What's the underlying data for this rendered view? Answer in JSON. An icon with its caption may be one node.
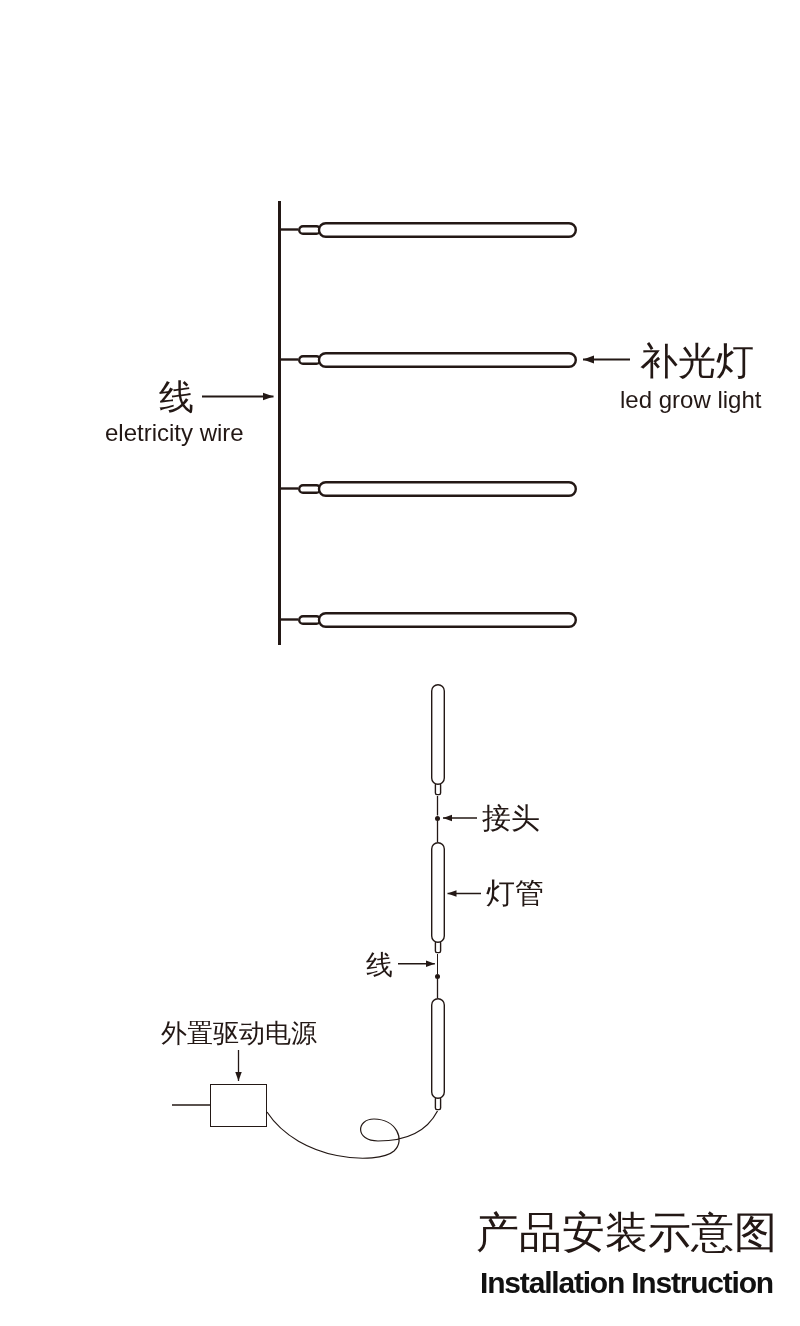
{
  "diagram": {
    "caption": "产品安装示意图",
    "nodes": [
      {
        "text": [],
        "shape": "line"
      },
      {
        "text": [],
        "shape": "bar"
      },
      {
        "text": [],
        "shape": "bar"
      },
      {
        "text": [
          "补光灯"
        ],
        "beside": [
          "led grow light"
        ]
      },
      {
        "text": [
          "线"
        ],
        "beside": [
          "eletricity wire"
        ]
      },
      {
        "text": [],
        "shape": "bar"
      },
      {
        "text": [],
        "shape": "bar"
      },
      {
        "text": [],
        "shape": "bar"
      },
      {
        "text": [],
        "shape": "circle"
      },
      {
        "text": [
          "接头"
        ]
      },
      {
        "text": [],
        "shape": "bar"
      },
      {
        "text": [
          "灯管"
        ]
      },
      {
        "text": [
          "线"
        ]
      },
      {
        "text": [],
        "shape": "line"
      },
      {
        "text": [],
        "shape": "circle"
      },
      {
        "text": [
          "外置驱动电源"
        ]
      },
      {
        "text": [],
        "shape": "bar"
      },
      {
        "text": [],
        "shape": "box"
      }
    ],
    "edges": [
      {
        "from": 0,
        "to": 1,
        "arrow": "none"
      },
      {
        "from": 0,
        "to": 2,
        "arrow": "none"
      },
      {
        "from": 0,
        "to": 5,
        "arrow": "none"
      },
      {
        "from": 0,
        "to": 6,
        "arrow": "none"
      },
      {
        "from": 3,
        "to": 2,
        "arrow": "to"
      },
      {
        "from": 4,
        "to": 0,
        "arrow": "to"
      },
      {
        "from": 7,
        "to": 8,
        "arrow": "none"
      },
      {
        "from": 8,
        "to": 10,
        "arrow": "none"
      },
      {
        "from": 9,
        "to": 8,
        "arrow": "to"
      },
      {
        "from": 11,
        "to": 10,
        "arrow": "to"
      },
      {
        "from": 12,
        "to": 13,
        "arrow": "to"
      },
      {
        "from": 14,
        "to": 16,
        "arrow": "none"
      },
      {
        "from": 15,
        "to": 17,
        "arrow": "to"
      },
      {
        "from": 16,
        "to": 17,
        "arrow": "none"
      },
      {
        "from": null,
        "to": 17,
        "arrow": "none"
      }
    ],
    "labels": [
      "Installation Instruction"
    ]
  }
}
